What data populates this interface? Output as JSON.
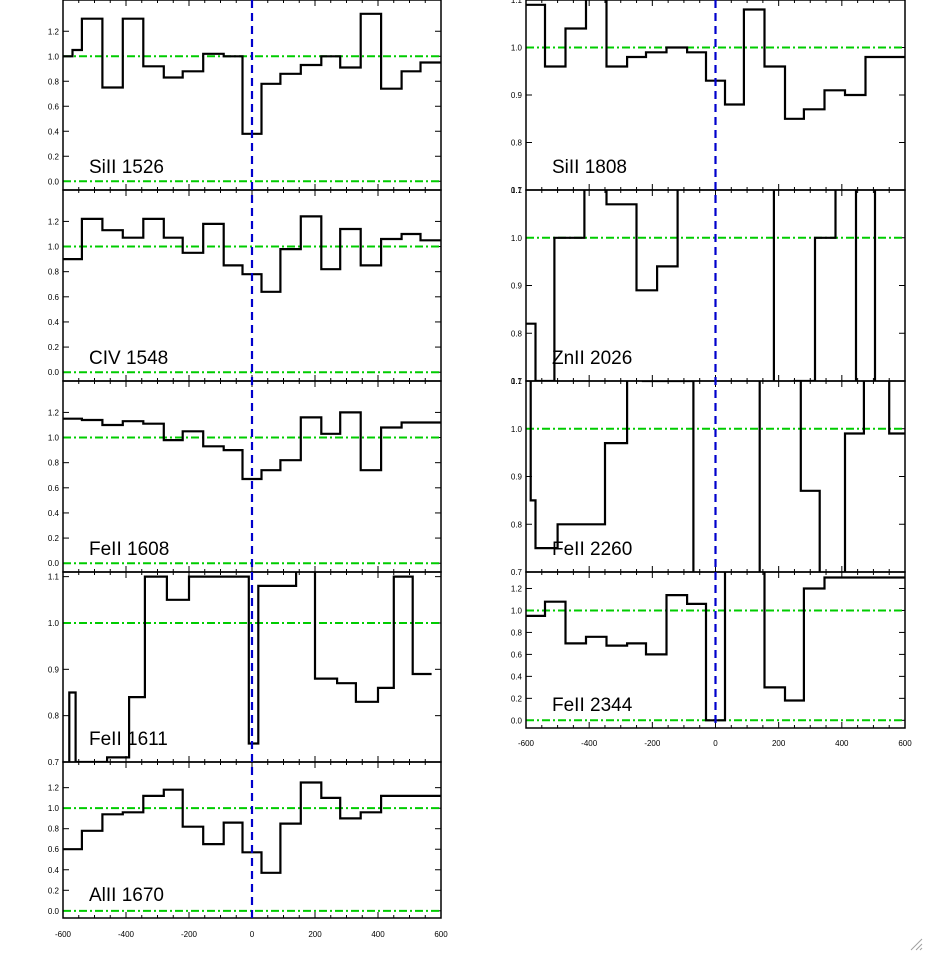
{
  "chart_data": [
    {
      "type": "line",
      "label": "SiII 1526",
      "xlim": [
        -600,
        600
      ],
      "ylim": [
        -0.07,
        1.45
      ],
      "yticks": [
        0.0,
        0.2,
        0.4,
        0.6,
        0.8,
        1.0,
        1.2
      ],
      "ytick_labels": [
        "0.0",
        "0.2",
        "0.4",
        "0.6",
        "0.8",
        "1.0",
        "1.2"
      ],
      "x": [
        -600,
        -570,
        -540,
        -510,
        -475,
        -445,
        -410,
        -380,
        -345,
        -315,
        -280,
        -250,
        -220,
        -185,
        -155,
        -120,
        -90,
        -60,
        -30,
        0,
        30,
        60,
        90,
        120,
        155,
        185,
        220,
        250,
        280,
        315,
        345,
        380,
        410,
        445,
        475,
        505,
        535,
        570,
        600
      ],
      "y": [
        1.0,
        1.05,
        1.3,
        1.3,
        0.75,
        0.75,
        1.3,
        1.3,
        0.92,
        0.92,
        0.83,
        0.83,
        0.88,
        0.88,
        1.02,
        1.02,
        1.0,
        1.0,
        0.38,
        0.38,
        0.78,
        0.78,
        0.86,
        0.86,
        0.93,
        0.93,
        1.0,
        1.0,
        0.91,
        0.91,
        1.34,
        1.34,
        0.74,
        0.74,
        0.88,
        0.88,
        0.95,
        0.95,
        1.0
      ]
    },
    {
      "type": "line",
      "label": "CIV 1548",
      "xlim": [
        -600,
        600
      ],
      "ylim": [
        -0.07,
        1.45
      ],
      "yticks": [
        0.0,
        0.2,
        0.4,
        0.6,
        0.8,
        1.0,
        1.2
      ],
      "ytick_labels": [
        "0.0",
        "0.2",
        "0.4",
        "0.6",
        "0.8",
        "1.0",
        "1.2"
      ],
      "x": [
        -600,
        -570,
        -540,
        -510,
        -475,
        -445,
        -410,
        -380,
        -345,
        -315,
        -280,
        -250,
        -220,
        -185,
        -155,
        -120,
        -90,
        -60,
        -30,
        0,
        30,
        60,
        90,
        120,
        155,
        185,
        220,
        250,
        280,
        315,
        345,
        380,
        410,
        445,
        475,
        505,
        535,
        570,
        600
      ],
      "y": [
        0.9,
        0.9,
        1.22,
        1.22,
        1.13,
        1.13,
        1.07,
        1.07,
        1.22,
        1.22,
        1.07,
        1.07,
        0.95,
        0.95,
        1.18,
        1.18,
        0.85,
        0.85,
        0.78,
        0.78,
        0.64,
        0.64,
        0.98,
        0.98,
        1.24,
        1.24,
        0.82,
        0.82,
        1.14,
        1.14,
        0.85,
        0.85,
        1.06,
        1.06,
        1.1,
        1.1,
        1.05,
        1.05,
        1.05
      ]
    },
    {
      "type": "line",
      "label": "FeII 1608",
      "xlim": [
        -600,
        600
      ],
      "ylim": [
        -0.07,
        1.45
      ],
      "yticks": [
        0.0,
        0.2,
        0.4,
        0.6,
        0.8,
        1.0,
        1.2
      ],
      "ytick_labels": [
        "0.0",
        "0.2",
        "0.4",
        "0.6",
        "0.8",
        "1.0",
        "1.2"
      ],
      "x": [
        -600,
        -570,
        -540,
        -510,
        -475,
        -445,
        -410,
        -380,
        -345,
        -315,
        -280,
        -250,
        -220,
        -185,
        -155,
        -120,
        -90,
        -60,
        -30,
        0,
        30,
        60,
        90,
        120,
        155,
        185,
        220,
        250,
        280,
        315,
        345,
        380,
        410,
        445,
        475,
        505,
        535,
        570,
        600
      ],
      "y": [
        1.15,
        1.15,
        1.14,
        1.14,
        1.1,
        1.1,
        1.13,
        1.13,
        1.11,
        1.11,
        0.98,
        0.98,
        1.05,
        1.05,
        0.93,
        0.93,
        0.9,
        0.9,
        0.67,
        0.67,
        0.74,
        0.74,
        0.82,
        0.82,
        1.16,
        1.16,
        1.03,
        1.03,
        1.2,
        1.2,
        0.74,
        0.74,
        1.08,
        1.08,
        1.12,
        1.12,
        1.12,
        1.12,
        1.12
      ]
    },
    {
      "type": "line",
      "label": "FeII 1611",
      "xlim": [
        -600,
        600
      ],
      "ylim": [
        0.7,
        1.11
      ],
      "yticks": [
        0.7,
        0.8,
        0.9,
        1.0,
        1.1
      ],
      "ytick_labels": [
        "0.7",
        "0.8",
        "0.9",
        "1.0",
        "1.1"
      ],
      "x": [
        -600,
        -580,
        -560,
        -490,
        -460,
        -420,
        -390,
        -345,
        -340,
        -280,
        -270,
        -210,
        -200,
        -70,
        -60,
        -20,
        -10,
        10,
        20,
        120,
        140,
        180,
        200,
        250,
        270,
        320,
        330,
        390,
        400,
        440,
        450,
        500,
        510,
        570
      ],
      "y": [
        0.6,
        0.85,
        0.7,
        0.7,
        0.71,
        0.71,
        0.84,
        0.84,
        1.1,
        1.1,
        1.05,
        1.05,
        1.1,
        1.1,
        1.1,
        1.1,
        0.74,
        0.74,
        1.08,
        1.08,
        1.12,
        1.12,
        0.88,
        0.88,
        0.87,
        0.87,
        0.83,
        0.83,
        0.86,
        0.86,
        1.1,
        1.1,
        0.89,
        0.89
      ]
    },
    {
      "type": "line",
      "label": "AlII 1670",
      "xlim": [
        -600,
        600
      ],
      "ylim": [
        -0.07,
        1.45
      ],
      "yticks": [
        0.0,
        0.2,
        0.4,
        0.6,
        0.8,
        1.0,
        1.2
      ],
      "ytick_labels": [
        "0.0",
        "0.2",
        "0.4",
        "0.6",
        "0.8",
        "1.0",
        "1.2"
      ],
      "x": [
        -600,
        -570,
        -540,
        -510,
        -475,
        -445,
        -410,
        -380,
        -345,
        -315,
        -280,
        -250,
        -220,
        -185,
        -155,
        -120,
        -90,
        -60,
        -30,
        0,
        30,
        60,
        90,
        120,
        155,
        185,
        220,
        250,
        280,
        315,
        345,
        380,
        410,
        445,
        475,
        505,
        535,
        570,
        600
      ],
      "y": [
        0.6,
        0.6,
        0.78,
        0.78,
        0.94,
        0.94,
        0.96,
        0.96,
        1.12,
        1.12,
        1.18,
        1.18,
        0.82,
        0.82,
        0.65,
        0.65,
        0.86,
        0.86,
        0.57,
        0.57,
        0.37,
        0.37,
        0.85,
        0.85,
        1.25,
        1.25,
        1.1,
        1.1,
        0.9,
        0.9,
        0.96,
        0.96,
        1.12,
        1.12,
        1.12,
        1.12,
        1.12,
        1.12,
        1.12
      ]
    },
    {
      "type": "line",
      "label": "SiII 1808",
      "xlim": [
        -600,
        600
      ],
      "ylim": [
        0.7,
        1.1
      ],
      "yticks": [
        0.7,
        0.8,
        0.9,
        1.0,
        1.1
      ],
      "ytick_labels": [
        "0.7",
        "0.8",
        "0.9",
        "1.0",
        "1.1"
      ],
      "x": [
        -600,
        -570,
        -540,
        -510,
        -475,
        -445,
        -410,
        -380,
        -345,
        -315,
        -280,
        -250,
        -220,
        -185,
        -155,
        -120,
        -90,
        -60,
        -30,
        0,
        30,
        60,
        90,
        120,
        155,
        185,
        220,
        250,
        280,
        315,
        345,
        380,
        410,
        445,
        475,
        505,
        535,
        570,
        600
      ],
      "y": [
        1.09,
        1.09,
        0.96,
        0.96,
        1.04,
        1.04,
        1.13,
        1.13,
        0.96,
        0.96,
        0.98,
        0.98,
        0.99,
        0.99,
        1.0,
        1.0,
        0.99,
        0.99,
        0.93,
        0.93,
        0.88,
        0.88,
        1.08,
        1.08,
        0.96,
        0.96,
        0.85,
        0.85,
        0.87,
        0.87,
        0.91,
        0.91,
        0.9,
        0.9,
        0.98,
        0.98,
        0.98,
        0.98,
        0.98
      ]
    },
    {
      "type": "line",
      "label": "ZnII 2026",
      "xlim": [
        -600,
        600
      ],
      "ylim": [
        0.7,
        1.1
      ],
      "yticks": [
        0.7,
        0.8,
        0.9,
        1.0,
        1.1
      ],
      "ytick_labels": [
        "0.7",
        "0.8",
        "0.9",
        "1.0",
        "1.1"
      ],
      "x": [
        -600,
        -585,
        -570,
        -525,
        -510,
        -450,
        -415,
        -385,
        -345,
        -300,
        -250,
        -220,
        -185,
        -155,
        -120,
        -90,
        -60,
        -30,
        0,
        30,
        60,
        90,
        120,
        155,
        185,
        220,
        250,
        280,
        315,
        345,
        380,
        410,
        445,
        475,
        505,
        535,
        570,
        600
      ],
      "y": [
        0.82,
        0.82,
        0.7,
        0.7,
        1.0,
        1.0,
        1.3,
        1.3,
        1.07,
        1.07,
        0.89,
        0.89,
        0.94,
        0.94,
        1.2,
        1.2,
        1.3,
        1.3,
        1.3,
        1.3,
        1.3,
        1.3,
        1.3,
        1.3,
        0.6,
        0.6,
        0.7,
        0.7,
        1.0,
        1.0,
        1.3,
        1.3,
        0.6,
        0.6,
        1.3,
        1.3,
        1.3,
        1.3
      ]
    },
    {
      "type": "line",
      "label": "FeII 2260",
      "xlim": [
        -600,
        600
      ],
      "ylim": [
        0.7,
        1.1
      ],
      "yticks": [
        0.7,
        0.8,
        0.9,
        1.0,
        1.1
      ],
      "ytick_labels": [
        "0.7",
        "0.8",
        "0.9",
        "1.0",
        "1.1"
      ],
      "x": [
        -600,
        -585,
        -570,
        -530,
        -500,
        -450,
        -430,
        -380,
        -350,
        -300,
        -280,
        -230,
        -90,
        -70,
        -40,
        130,
        140,
        200,
        260,
        270,
        320,
        330,
        400,
        410,
        460,
        470,
        540,
        550,
        600
      ],
      "y": [
        1.2,
        0.85,
        0.75,
        0.75,
        0.8,
        0.8,
        0.8,
        0.8,
        0.97,
        0.97,
        1.2,
        1.1,
        1.1,
        0.6,
        0.6,
        0.6,
        1.2,
        1.2,
        1.2,
        0.87,
        0.87,
        0.6,
        0.6,
        0.99,
        0.99,
        1.2,
        1.2,
        0.99,
        0.99
      ]
    },
    {
      "type": "line",
      "label": "FeII 2344",
      "xlim": [
        -600,
        600
      ],
      "ylim": [
        -0.07,
        1.35
      ],
      "yticks": [
        0.0,
        0.2,
        0.4,
        0.6,
        0.8,
        1.0,
        1.2
      ],
      "ytick_labels": [
        "0.0",
        "0.2",
        "0.4",
        "0.6",
        "0.8",
        "1.0",
        "1.2"
      ],
      "x": [
        -600,
        -570,
        -540,
        -510,
        -475,
        -445,
        -410,
        -380,
        -345,
        -315,
        -280,
        -250,
        -220,
        -185,
        -155,
        -120,
        -90,
        -60,
        -30,
        0,
        30,
        60,
        90,
        120,
        155,
        185,
        220,
        250,
        280,
        315,
        345,
        380,
        410,
        445,
        475,
        505,
        535,
        570,
        600
      ],
      "y": [
        0.95,
        0.95,
        1.08,
        1.08,
        0.7,
        0.7,
        0.76,
        0.76,
        0.68,
        0.68,
        0.7,
        0.7,
        0.6,
        0.6,
        1.14,
        1.14,
        1.06,
        1.06,
        0.0,
        0.0,
        1.4,
        1.4,
        1.4,
        1.4,
        0.3,
        0.3,
        0.18,
        0.18,
        1.2,
        1.2,
        1.3,
        1.3,
        1.3,
        1.3,
        1.3,
        1.3,
        1.3,
        1.3,
        1.3
      ]
    }
  ],
  "x_axis": {
    "left_ticks": [
      -600,
      -400,
      -200,
      0,
      200,
      400,
      600
    ],
    "left_tick_labels": [
      "-600",
      "-400",
      "-200",
      "0",
      "200",
      "400",
      "600"
    ],
    "right_ticks": [
      -600,
      -400,
      -200,
      0,
      200,
      400,
      600
    ],
    "right_tick_labels": [
      "-600",
      "-400",
      "-200",
      "0",
      "200",
      "400",
      "600"
    ]
  },
  "colors": {
    "spectrum": "#000000",
    "zero_line": "#0000cc",
    "continuum": "#00cc00",
    "frame": "#000000"
  },
  "icons": {
    "corner": "resize-grip-icon"
  }
}
